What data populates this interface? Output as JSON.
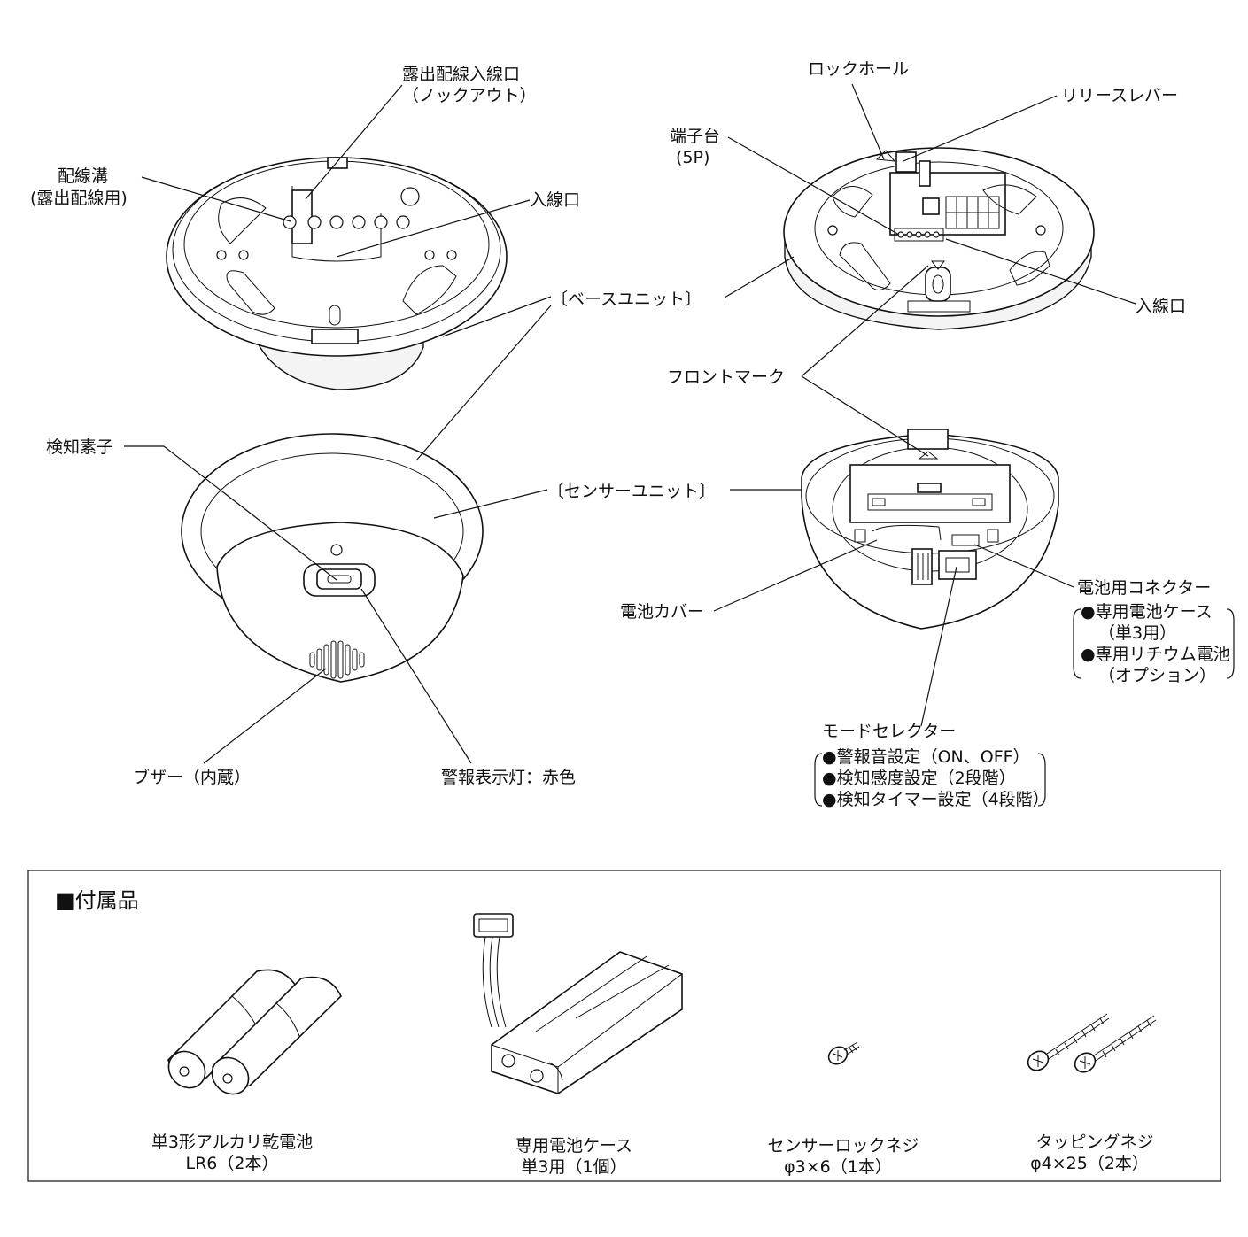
{
  "labels": {
    "exposed_entry": "露出配線入線口",
    "knockout": "（ノックアウト）",
    "wiring_groove": "配線溝",
    "wiring_groove_sub": "(露出配線用)",
    "entry_left": "入線口",
    "base_unit": "〔ベースユニット〕",
    "lock_hole": "ロックホール",
    "release_lever": "リリースレバー",
    "terminal": "端子台",
    "terminal_sub": "(5P)",
    "entry_right": "入線口",
    "front_mark": "フロントマーク",
    "sensing_element": "検知素子",
    "sensor_unit": "〔センサーユニット〕",
    "battery_cover": "電池カバー",
    "battery_connector": "電池用コネクター",
    "bc_item1": "●専用電池ケース",
    "bc_item1_sub": "（単3用）",
    "bc_item2": "●専用リチウム電池",
    "bc_item2_sub": "（オプション）",
    "mode_selector": "モードセレクター",
    "ms_item1": "●警報音設定（ON、OFF）",
    "ms_item2": "●検知感度設定（2段階）",
    "ms_item3": "●検知タイマー設定（4段階）",
    "buzzer": "ブザー（内蔵）",
    "alarm_lamp": "警報表示灯：赤色"
  },
  "accessories": {
    "title": "■付属品",
    "items": [
      {
        "line1": "単3形アルカリ乾電池",
        "line2": "LR6（2本）"
      },
      {
        "line1": "専用電池ケース",
        "line2": "単3用（1個）"
      },
      {
        "line1": "センサーロックネジ",
        "line2": "φ3×6（1本）"
      },
      {
        "line1": "タッピングネジ",
        "line2": "φ4×25（2本）"
      }
    ]
  }
}
